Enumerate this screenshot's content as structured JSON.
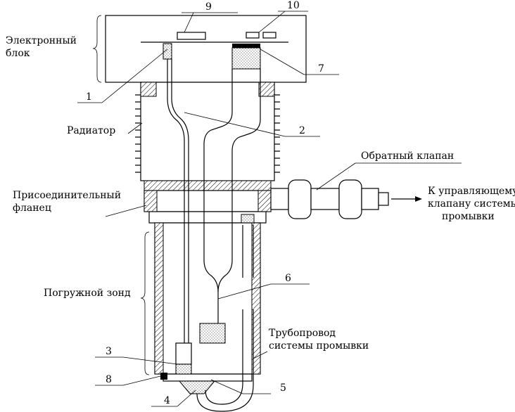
{
  "labels": {
    "electronic_unit_line1": "Электронный",
    "electronic_unit_line2": "блок",
    "radiator": "Радиатор",
    "flange_line1": "Присоединительный",
    "flange_line2": "фланец",
    "probe": "Погружной зонд",
    "check_valve": "Обратный клапан",
    "to_valve_line1": "К управляющему",
    "to_valve_line2": "клапану системы",
    "to_valve_line3": "промывки",
    "pipeline_line1": "Трубопровод",
    "pipeline_line2": "системы промывки"
  },
  "numbers": {
    "n1": "1",
    "n2": "2",
    "n3": "3",
    "n4": "4",
    "n5": "5",
    "n6": "6",
    "n7": "7",
    "n8": "8",
    "n9": "9",
    "n10": "10"
  }
}
